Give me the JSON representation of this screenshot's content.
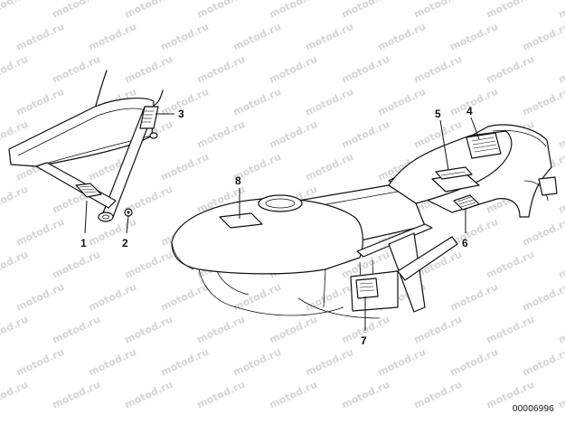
{
  "diagram": {
    "callouts": [
      {
        "id": "c1",
        "label": "1"
      },
      {
        "id": "c2",
        "label": "2"
      },
      {
        "id": "c3",
        "label": "3"
      },
      {
        "id": "c4",
        "label": "4"
      },
      {
        "id": "c5",
        "label": "5"
      },
      {
        "id": "c6",
        "label": "6"
      },
      {
        "id": "c7",
        "label": "7"
      },
      {
        "id": "c8",
        "label": "8"
      }
    ],
    "part_number": "00006996",
    "watermark": "motod.ru"
  }
}
